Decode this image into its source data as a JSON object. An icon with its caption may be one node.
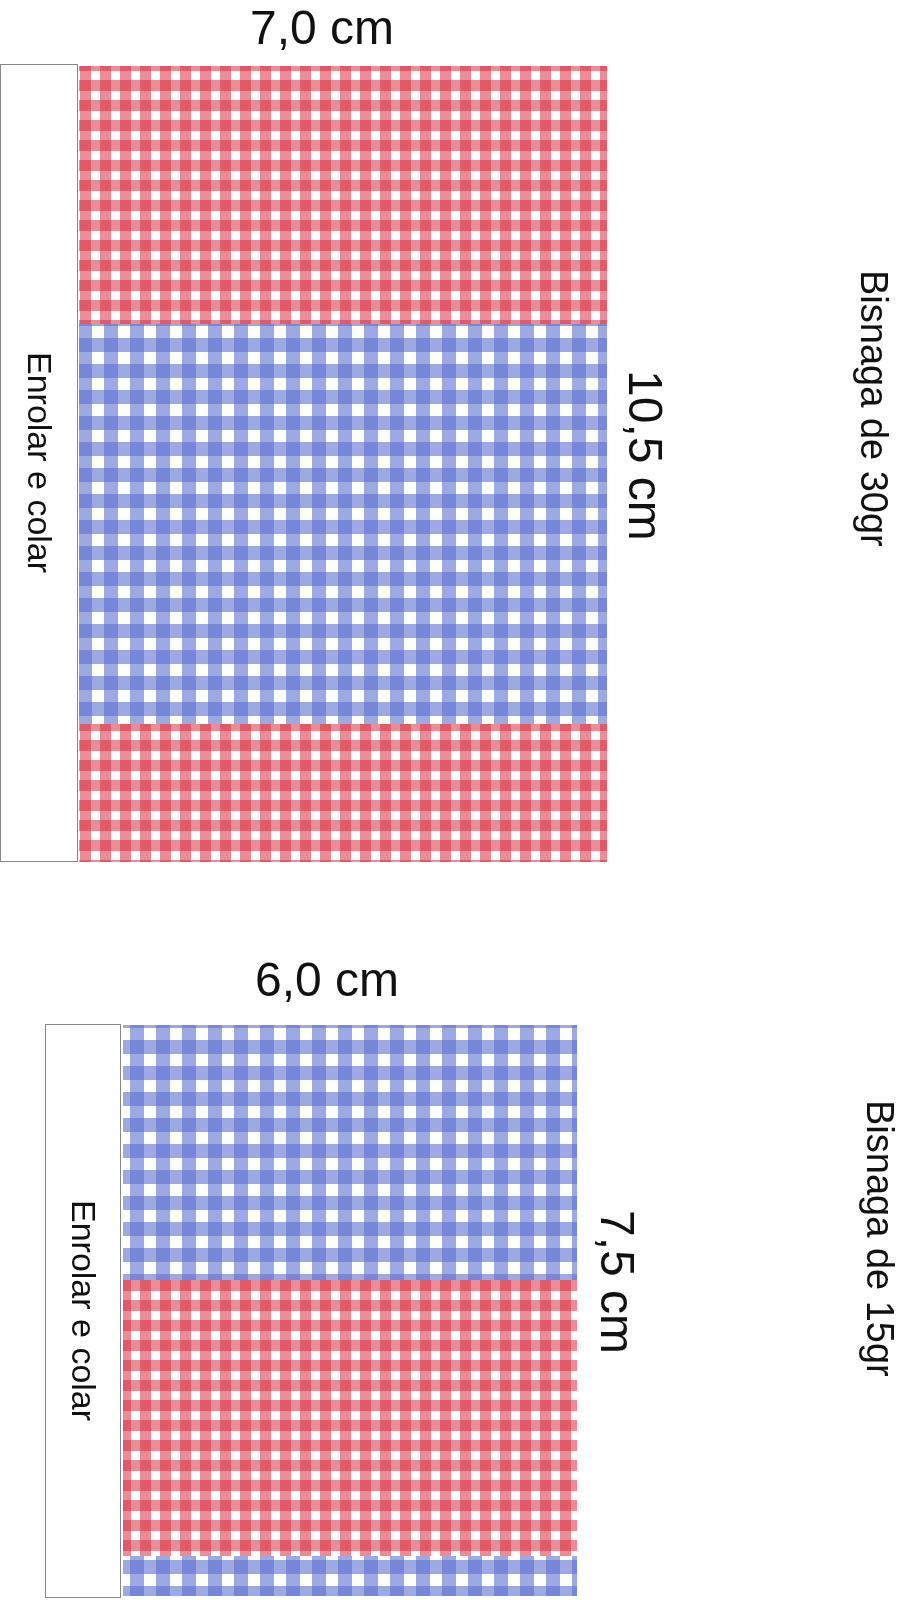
{
  "diagram": {
    "nodes": [
      {
        "text": [
          "Enrolar e colar"
        ]
      },
      {
        "text": [
          "Enrolar e colar"
        ]
      }
    ],
    "labels": [
      "7,0 cm",
      "10,5 cm",
      "Bisnaga de 30gr",
      "6,0 cm",
      "7,5 cm",
      "Bisnaga de 15gr"
    ]
  }
}
